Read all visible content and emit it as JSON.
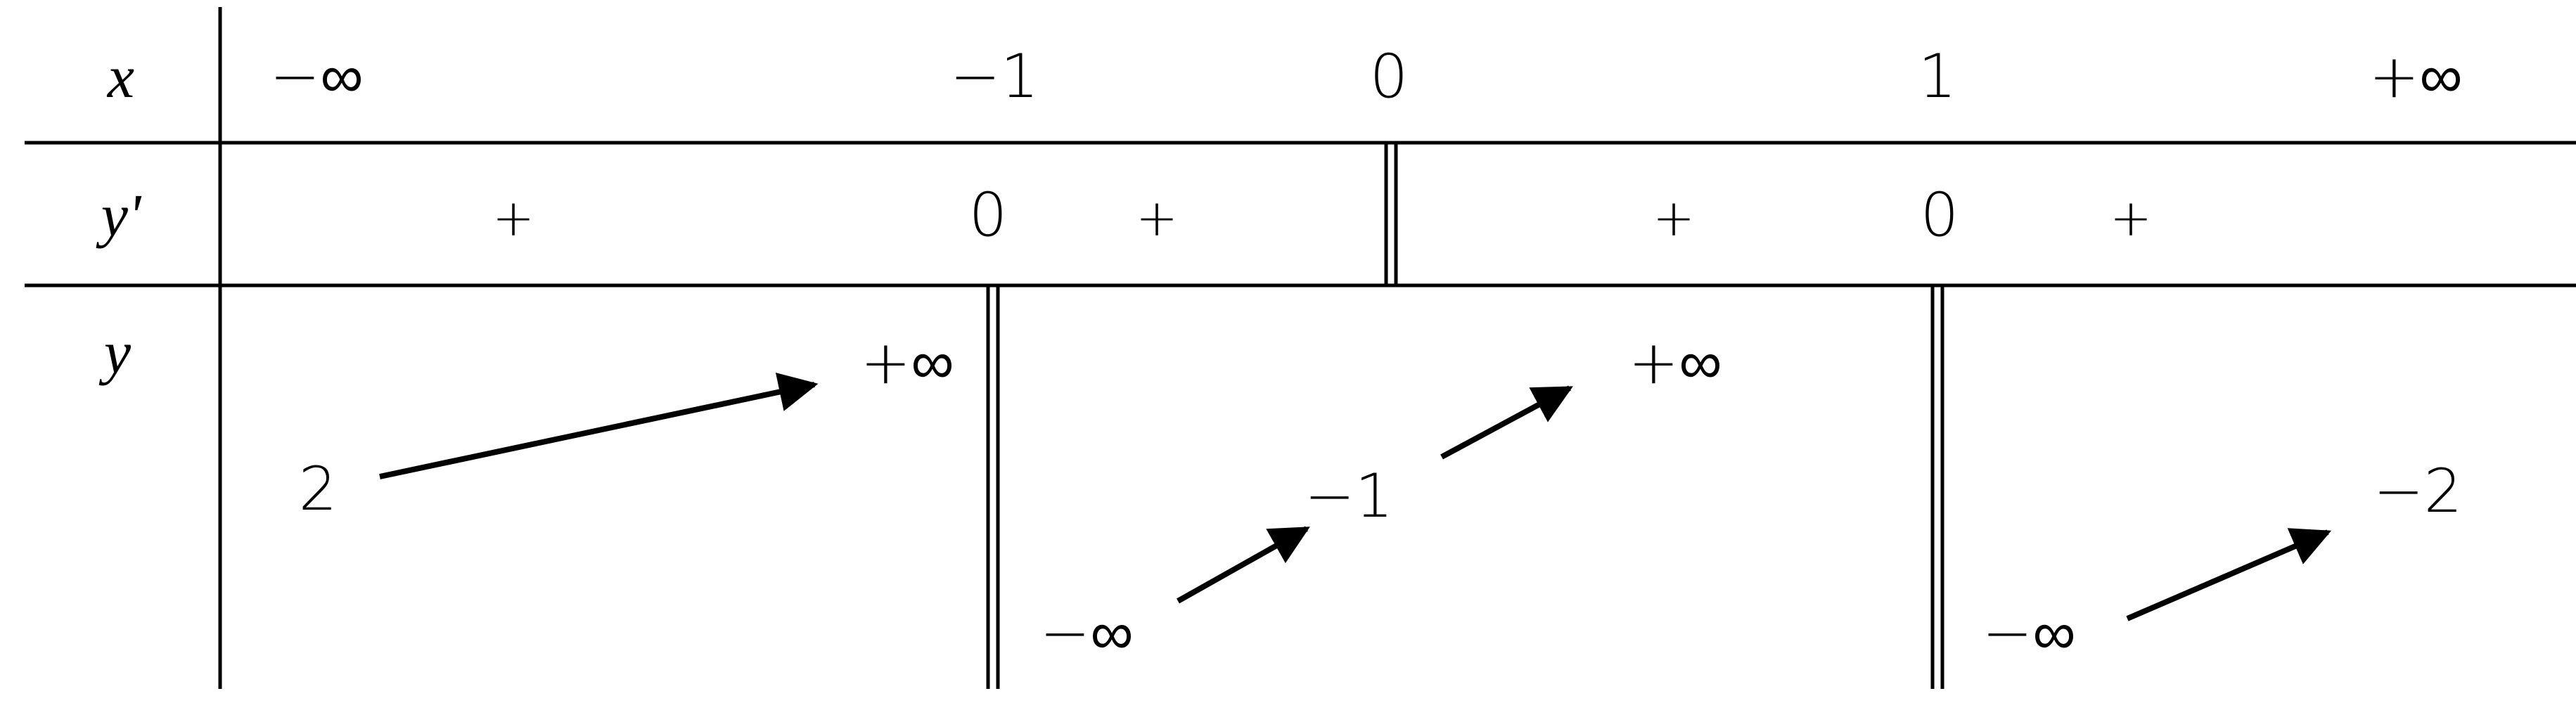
{
  "table": {
    "row_headers": {
      "x": "x",
      "yprime": "y'",
      "y": "y"
    },
    "x_row": [
      "−∞",
      "−1",
      "0",
      "1",
      "+∞"
    ],
    "sign_row": [
      "+",
      "0",
      "+",
      "+",
      "0",
      "+"
    ],
    "y_row": {
      "start_value": "2",
      "peak_1": "+∞",
      "low_1": "−∞",
      "mid_value": "−1",
      "peak_2": "+∞",
      "low_2": "−∞",
      "end_value": "−2"
    }
  }
}
